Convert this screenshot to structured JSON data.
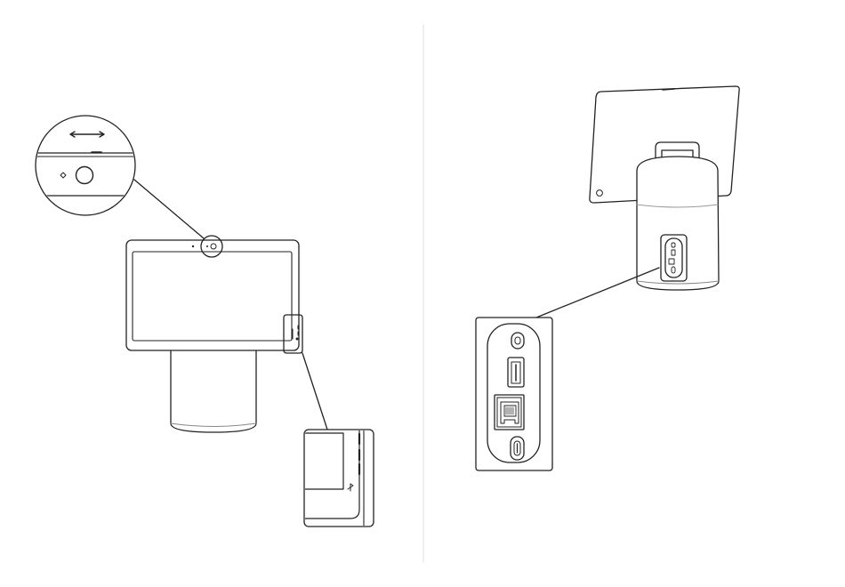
{
  "figure": {
    "left_panel": {
      "callouts": [
        "camera-lens-zoom",
        "side-buttons-zoom"
      ],
      "camera_zoom_arrow": "double-headed-arrow"
    },
    "right_panel": {
      "callouts": [
        "ports-panel-zoom"
      ],
      "ports": [
        "micro-hdmi-port",
        "usb-a-port",
        "ethernet-port",
        "usb-c-port"
      ]
    },
    "colors": {
      "line": "#222222",
      "fill": "#ffffff",
      "light_line": "#9a9a9a",
      "divider": "#dddddd"
    }
  }
}
